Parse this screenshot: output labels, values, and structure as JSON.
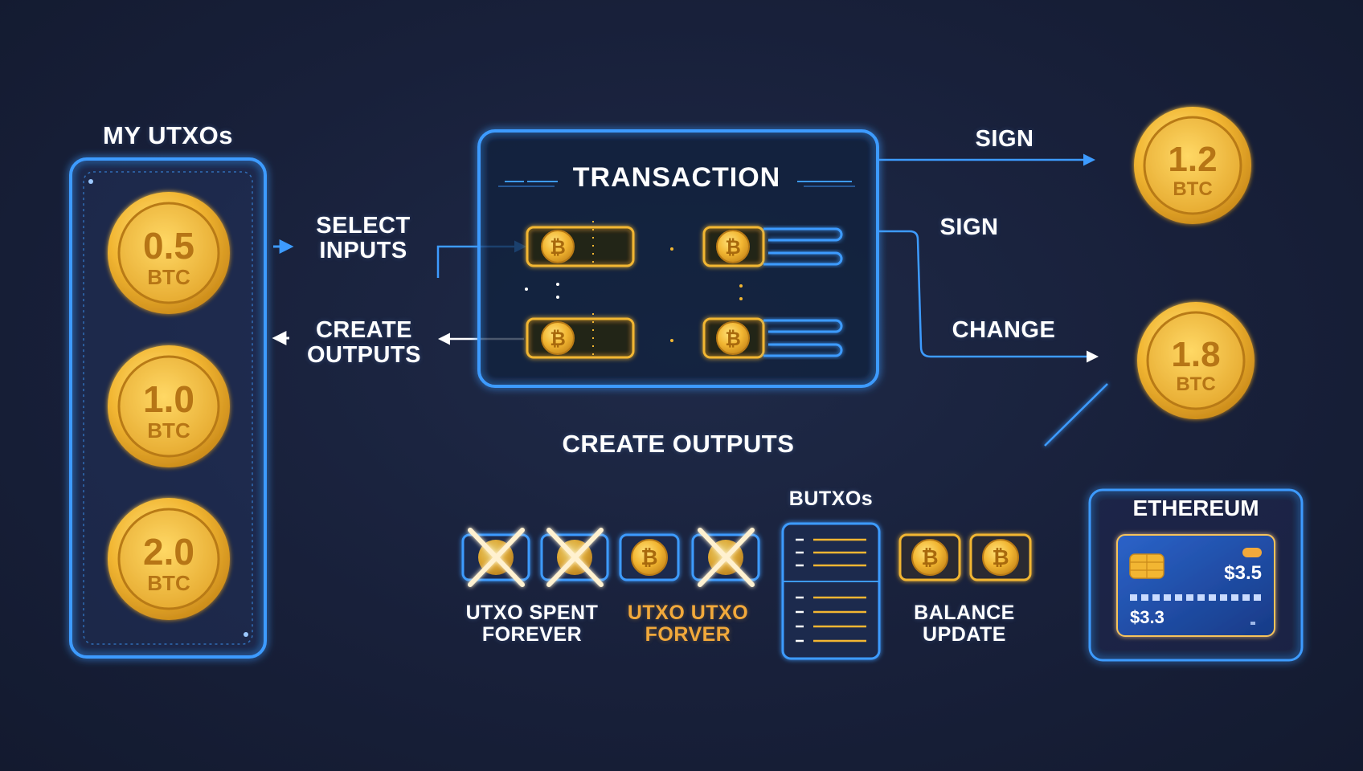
{
  "utxo_panel": {
    "title": "MY UTXOs",
    "coins": [
      {
        "amount": "0.5",
        "unit": "BTC"
      },
      {
        "amount": "1.0",
        "unit": "BTC"
      },
      {
        "amount": "2.0",
        "unit": "BTC"
      }
    ]
  },
  "flow_labels": {
    "select_inputs": "SELECT\nINPUTS",
    "create_outputs_left": "CREATE\nOUTPUTS",
    "create_outputs_bottom": "CREATE OUTPUTS",
    "sign_top": "SIGN",
    "sign_mid": "SIGN",
    "change": "CHANGE"
  },
  "transaction": {
    "title": "TRANSACTION",
    "bitcoin_symbol": "₿"
  },
  "output_coins": [
    {
      "amount": "1.2",
      "unit": "BTC"
    },
    {
      "amount": "1.8",
      "unit": "BTC"
    }
  ],
  "chain": {
    "block_label": "BUTXOs",
    "caption_spent": "UTXO SPENT\nFOREVER",
    "caption_utxo": "UTXO UTXO\nFORVER",
    "caption_balance": "BALANCE\nUPDATE"
  },
  "ethereum": {
    "title": "ETHEREUM",
    "card_top_amount": "$3.5",
    "card_bottom_amount": "$3.3"
  },
  "colors": {
    "background": "#18203a",
    "neon_blue": "#3d9bff",
    "gold": "#f2b632",
    "gold_dark": "#c9891a",
    "orange_text": "#f2a93b",
    "card_blue": "#1e4da8"
  }
}
